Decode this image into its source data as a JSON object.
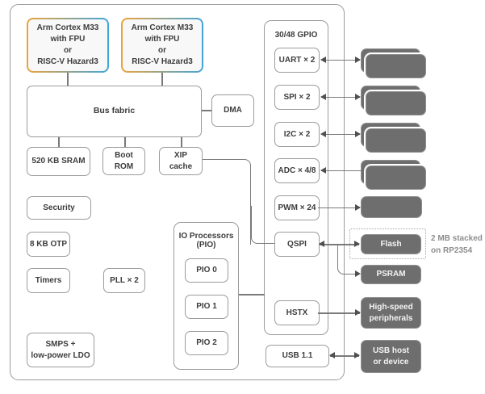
{
  "colors": {
    "cpu_border_left": "#EBA43C",
    "cpu_border_right": "#41A5DA",
    "box_border": "#9B9B9B",
    "dark_box": "#6E6E6E",
    "connector": "#7A7A7A",
    "arrowhead": "#4F4F4F",
    "text": "#3D3D3D",
    "note": "#8E8E8E"
  },
  "chip": {
    "cpu": "Arm Cortex M33\nwith FPU\nor\nRISC-V Hazard3",
    "bus_fabric": "Bus fabric",
    "dma": "DMA",
    "sram": "520 KB SRAM",
    "boot_rom": "Boot\nROM",
    "xip_cache": "XIP\ncache",
    "security": "Security",
    "otp": "8 KB OTP",
    "timers": "Timers",
    "pll": "PLL × 2",
    "smps": "SMPS +\nlow-power LDO",
    "pio": {
      "title": "IO Processors\n(PIO)",
      "blocks": [
        "PIO 0",
        "PIO 1",
        "PIO 2"
      ]
    },
    "gpio": {
      "title": "30/48 GPIO",
      "blocks": [
        "UART × 2",
        "SPI × 2",
        "I2C × 2",
        "ADC × 4/8",
        "PWM × 24",
        "QSPI",
        "HSTX"
      ]
    },
    "usb": "USB 1.1"
  },
  "external": {
    "flash": "Flash",
    "flash_note": "2 MB stacked\non RP2354",
    "psram": "PSRAM",
    "high_speed": "High-speed\nperipherals",
    "usb_host": "USB host\nor device"
  }
}
